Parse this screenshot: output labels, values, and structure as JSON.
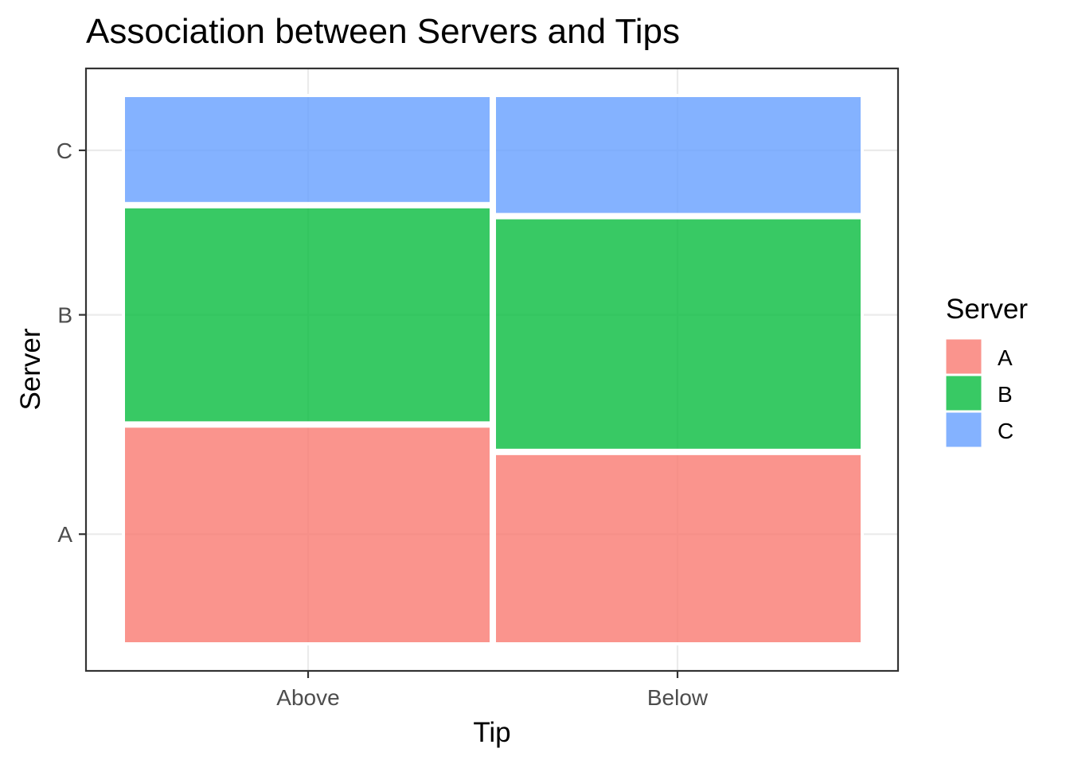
{
  "chart_data": {
    "type": "mosaic",
    "title": "Association between Servers and Tips",
    "xlabel": "Tip",
    "ylabel": "Server",
    "categories": [
      "Above",
      "Below"
    ],
    "x_widths": [
      0.5,
      0.5
    ],
    "series": [
      {
        "name": "A",
        "color": "#F8766D",
        "values": [
          0.4,
          0.35
        ]
      },
      {
        "name": "B",
        "color": "#00BA38",
        "values": [
          0.4,
          0.43
        ]
      },
      {
        "name": "C",
        "color": "#619CFF",
        "values": [
          0.2,
          0.22
        ]
      }
    ],
    "y_ticks": [
      "A",
      "B",
      "C"
    ],
    "legend": {
      "title": "Server",
      "position": "right",
      "items": [
        "A",
        "B",
        "C"
      ]
    },
    "grid": true
  }
}
